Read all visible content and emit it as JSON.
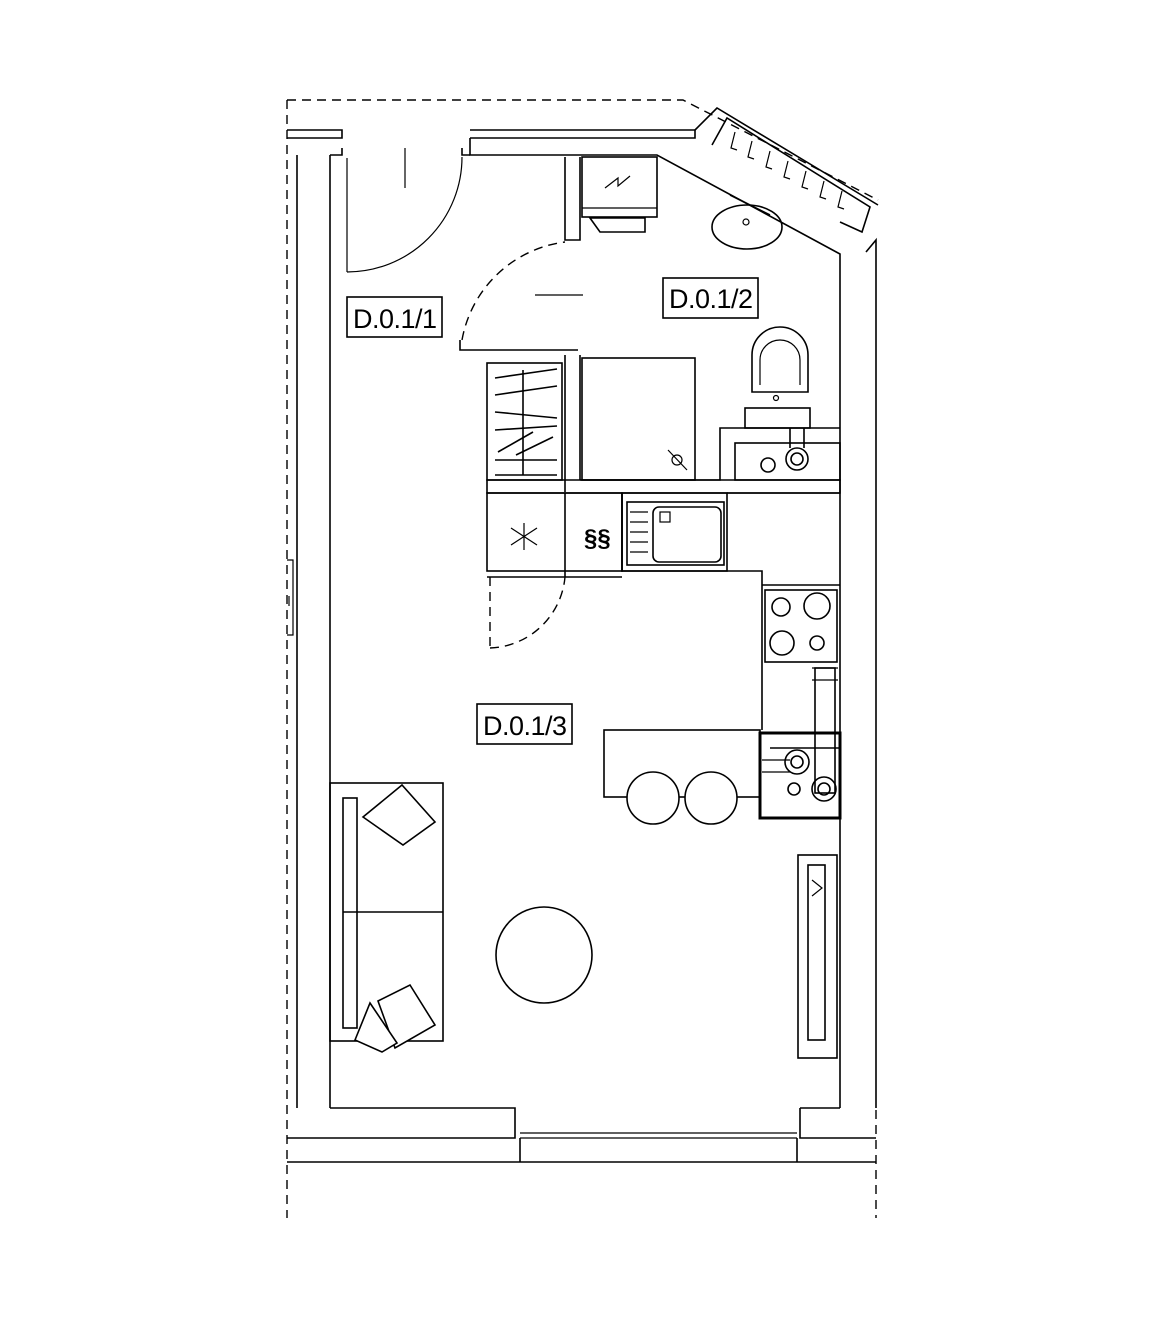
{
  "rooms": [
    {
      "id": "entry",
      "label": "D.0.1/1"
    },
    {
      "id": "bathroom",
      "label": "D.0.1/2"
    },
    {
      "id": "living",
      "label": "D.0.1/3"
    }
  ],
  "symbols": {
    "sauna_glyph": "§§"
  }
}
